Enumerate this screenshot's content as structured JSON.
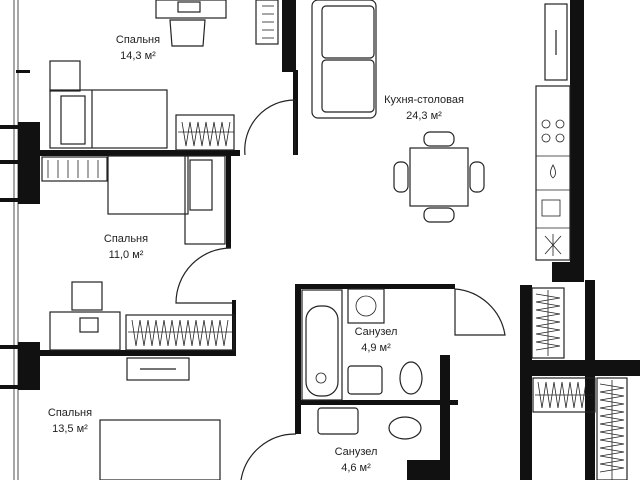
{
  "rooms": [
    {
      "name": "Спальня",
      "area": "14,3 м²"
    },
    {
      "name": "Кухня-столовая",
      "area": "24,3 м²"
    },
    {
      "name": "Спальня",
      "area": "11,0 м²"
    },
    {
      "name": "Санузел",
      "area": "4,9 м²"
    },
    {
      "name": "Спальня",
      "area": "13,5 м²"
    },
    {
      "name": "Санузел",
      "area": "4,6 м²"
    }
  ],
  "colors": {
    "wall": "#111111",
    "line": "#222222",
    "background": "#ffffff"
  }
}
